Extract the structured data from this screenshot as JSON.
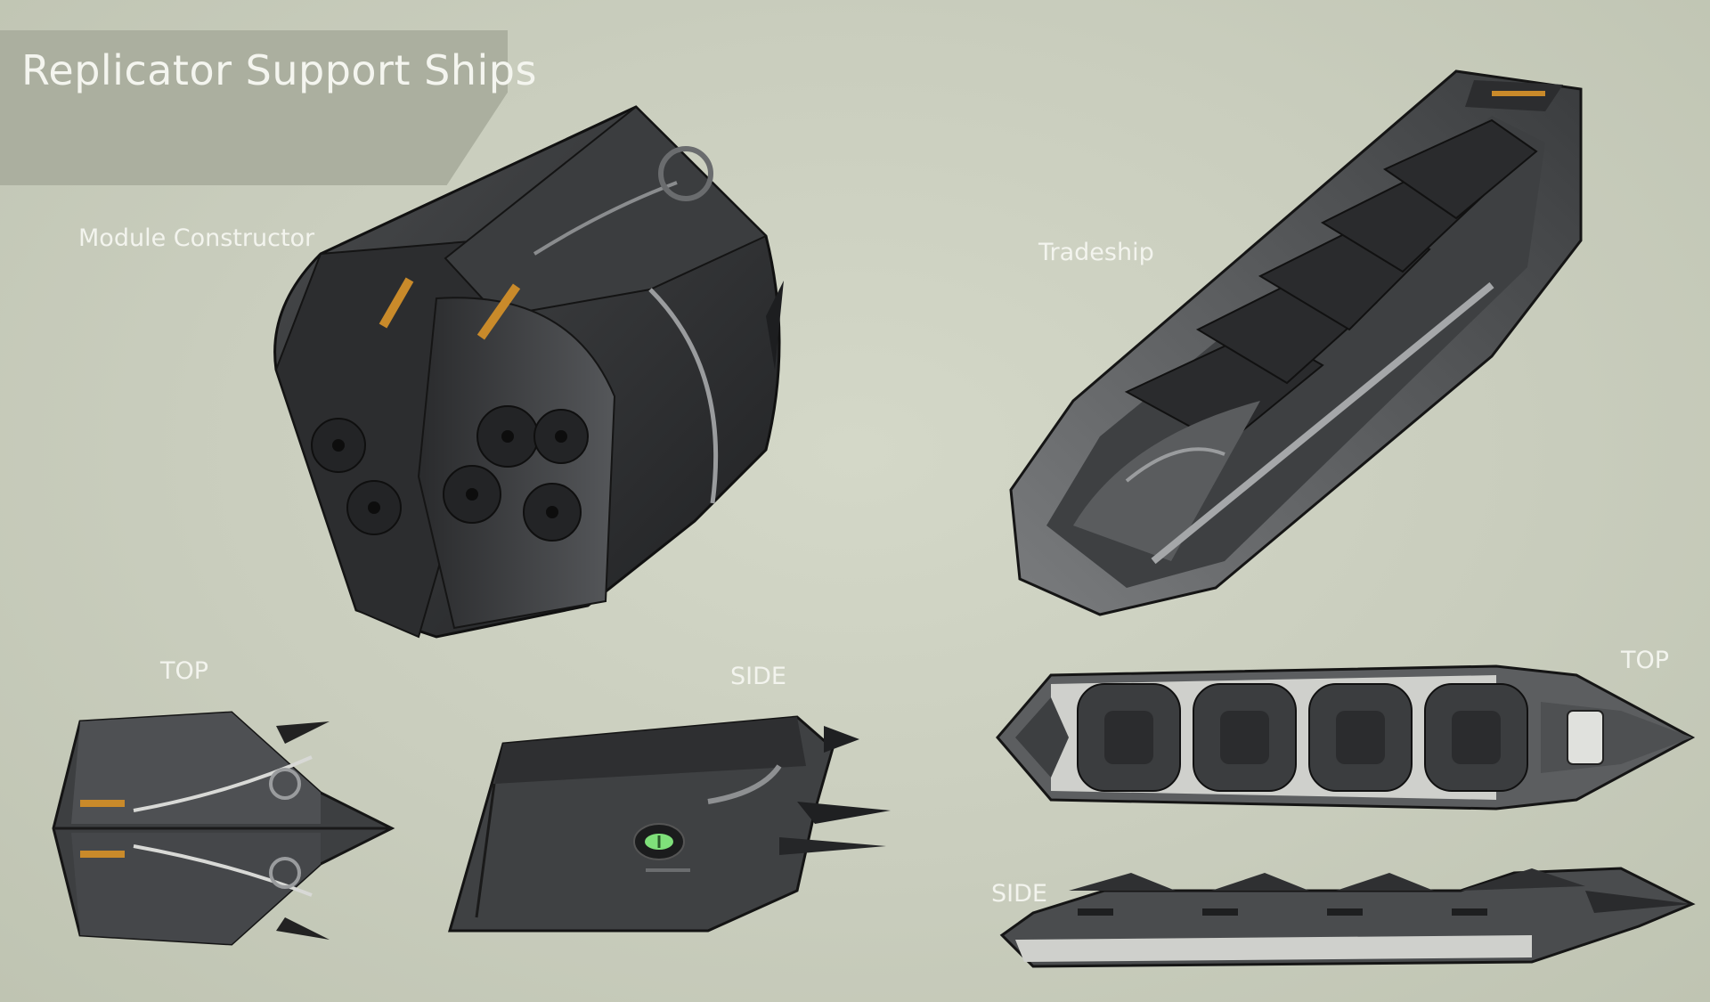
{
  "page": {
    "title": "Replicator Support Ships"
  },
  "sections": {
    "module_constructor": {
      "name": "Module Constructor",
      "top_label": "TOP",
      "side_label": "SIDE"
    },
    "tradeship": {
      "name": "Tradeship",
      "top_label": "TOP",
      "side_label": "SIDE"
    }
  },
  "colors": {
    "background": "#c9cdbd",
    "banner": "#abaf9f",
    "label_text": "#f3f4ee",
    "hull_dark": "#2e2f31",
    "hull_mid": "#4a4c4e",
    "hull_light": "#8e9092",
    "accent_orange": "#c98a2a",
    "accent_green": "#7fe07a"
  }
}
